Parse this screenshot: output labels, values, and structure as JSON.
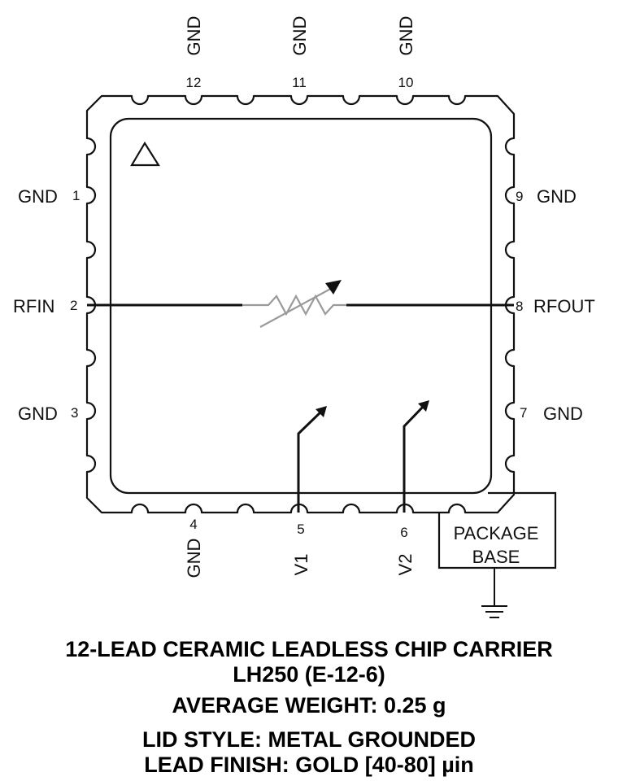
{
  "pins": {
    "p1": {
      "num": "1",
      "label": "GND"
    },
    "p2": {
      "num": "2",
      "label": "RFIN"
    },
    "p3": {
      "num": "3",
      "label": "GND"
    },
    "p4": {
      "num": "4",
      "label": "GND"
    },
    "p5": {
      "num": "5",
      "label": "V1"
    },
    "p6": {
      "num": "6",
      "label": "V2"
    },
    "p7": {
      "num": "7",
      "label": "GND"
    },
    "p8": {
      "num": "8",
      "label": "RFOUT"
    },
    "p9": {
      "num": "9",
      "label": "GND"
    },
    "p10": {
      "num": "10",
      "label": "GND"
    },
    "p11": {
      "num": "11",
      "label": "GND"
    },
    "p12": {
      "num": "12",
      "label": "GND"
    }
  },
  "package_base": {
    "line1": "PACKAGE",
    "line2": "BASE"
  },
  "caption": {
    "line1": "12-LEAD CERAMIC LEADLESS CHIP CARRIER",
    "line2": "LH250 (E-12-6)",
    "line3": "AVERAGE WEIGHT: 0.25 g",
    "line4": "LID STYLE: METAL GROUNDED",
    "line5": "LEAD FINISH: GOLD [40-80] µin"
  },
  "colors": {
    "line": "#111111",
    "attenuator": "#9a9a9a"
  }
}
